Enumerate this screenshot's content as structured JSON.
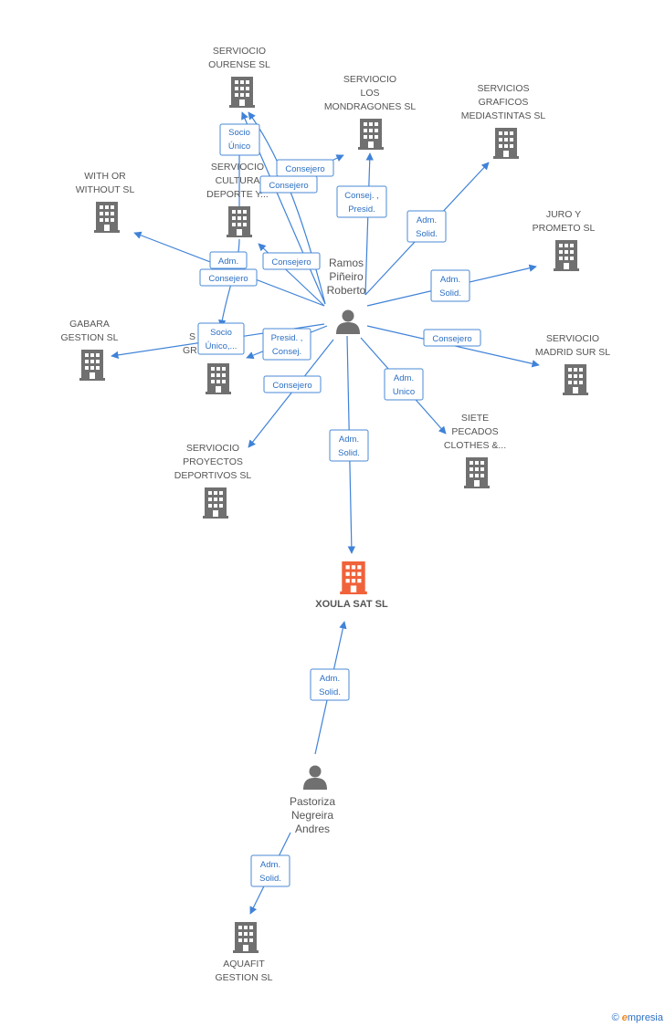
{
  "colors": {
    "edge": "#3f82d8",
    "building": "#707070",
    "center": "#f0623a",
    "person": "#707070",
    "role_text": "#2b6fc4"
  },
  "center": {
    "label": "XOULA SAT SL",
    "icon": "building-icon"
  },
  "persons": [
    {
      "id": "ramos",
      "lines": [
        "Ramos",
        "Piñeiro",
        "Roberto"
      ],
      "icon": "person-icon"
    },
    {
      "id": "pastoriza",
      "lines": [
        "Pastoriza",
        "Negreira",
        "Andres"
      ],
      "icon": "person-icon"
    }
  ],
  "companies": [
    {
      "id": "ourense",
      "lines": [
        "SERVIOCIO",
        "OURENSE SL"
      ]
    },
    {
      "id": "mondragones",
      "lines": [
        "SERVIOCIO",
        "LOS",
        "MONDRAGONES SL"
      ]
    },
    {
      "id": "mediastintas",
      "lines": [
        "SERVICIOS",
        "GRAFICOS",
        "MEDIASTINTAS SL"
      ]
    },
    {
      "id": "withor",
      "lines": [
        "WITH OR",
        "WITHOUT SL"
      ]
    },
    {
      "id": "cultura",
      "lines": [
        "SERVIOCIO",
        "CULTURA",
        "DEPORTE Y..."
      ]
    },
    {
      "id": "juro",
      "lines": [
        "JURO Y",
        "PROMETO SL"
      ]
    },
    {
      "id": "gabara",
      "lines": [
        "GABARA",
        "GESTION SL"
      ]
    },
    {
      "id": "sgr",
      "lines": [
        "S",
        "GR"
      ]
    },
    {
      "id": "madrid",
      "lines": [
        "SERVIOCIO",
        "MADRID SUR SL"
      ]
    },
    {
      "id": "siete",
      "lines": [
        "SIETE",
        "PECADOS",
        "CLOTHES &..."
      ]
    },
    {
      "id": "proyectos",
      "lines": [
        "SERVIOCIO",
        "PROYECTOS",
        "DEPORTIVOS SL"
      ]
    },
    {
      "id": "aquafit",
      "lines": [
        "AQUAFIT",
        "GESTION SL"
      ]
    }
  ],
  "roles": [
    {
      "id": "r1",
      "lines": [
        "Socio",
        "Único"
      ]
    },
    {
      "id": "r2",
      "lines": [
        "Consejero"
      ]
    },
    {
      "id": "r3",
      "lines": [
        "Consejero"
      ]
    },
    {
      "id": "r4",
      "lines": [
        "Consej. ,",
        "Presid."
      ]
    },
    {
      "id": "r5",
      "lines": [
        "Adm.",
        "Solid."
      ]
    },
    {
      "id": "r6",
      "lines": [
        "Adm."
      ]
    },
    {
      "id": "r7",
      "lines": [
        "Consejero"
      ]
    },
    {
      "id": "r8",
      "lines": [
        "Consejero"
      ]
    },
    {
      "id": "r9",
      "lines": [
        "Adm.",
        "Solid."
      ]
    },
    {
      "id": "r10",
      "lines": [
        "Socio",
        "Único,..."
      ]
    },
    {
      "id": "r11",
      "lines": [
        "Presid. ,",
        "Consej."
      ]
    },
    {
      "id": "r12",
      "lines": [
        "Consejero"
      ]
    },
    {
      "id": "r13",
      "lines": [
        "Consejero"
      ]
    },
    {
      "id": "r14",
      "lines": [
        "Adm.",
        "Unico"
      ]
    },
    {
      "id": "r15",
      "lines": [
        "Adm.",
        "Solid."
      ]
    },
    {
      "id": "r16",
      "lines": [
        "Adm.",
        "Solid."
      ]
    },
    {
      "id": "r17",
      "lines": [
        "Adm.",
        "Solid."
      ]
    }
  ],
  "footer": {
    "copyright": "©",
    "brand_initial": "e",
    "brand_rest": "mpresia"
  }
}
